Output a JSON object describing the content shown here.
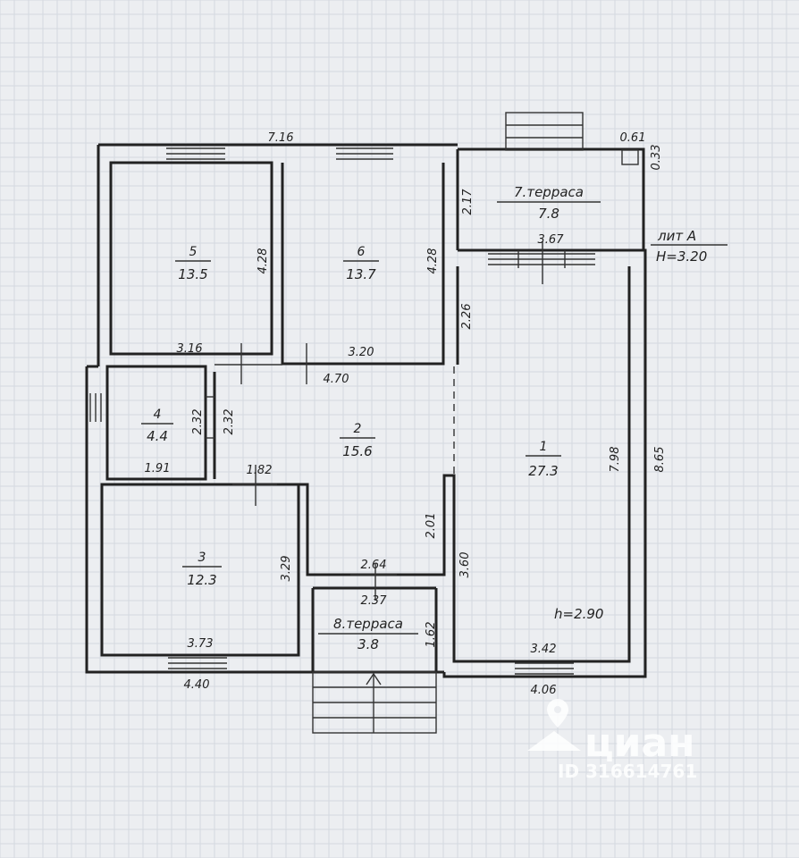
{
  "rooms": [
    {
      "no": "1",
      "area": "27.3"
    },
    {
      "no": "2",
      "area": "15.6"
    },
    {
      "no": "3",
      "area": "12.3"
    },
    {
      "no": "4",
      "area": "4.4"
    },
    {
      "no": "5",
      "area": "13.5"
    },
    {
      "no": "6",
      "area": "13.7"
    }
  ],
  "terraces": [
    {
      "label": "7.терраса",
      "area": "7.8"
    },
    {
      "label": "8.терраса",
      "area": "3.8"
    }
  ],
  "lit": {
    "name": "лит А",
    "height": "H=3.20"
  },
  "ceiling_height": "h=2.90",
  "dims": {
    "top_total": "7.16",
    "terrace_w": "0.61",
    "terrace_corner": "0.33",
    "terrace_h": "2.17",
    "door_r1": "3.67",
    "r5_h": "4.28",
    "r6_h": "4.28",
    "r5_w": "3.16",
    "r6_w": "3.20",
    "corridor": "4.70",
    "r1_upper": "2.26",
    "r4_h1": "2.32",
    "r4_h2": "2.32",
    "r4_w": "1.91",
    "door_r3": "1.82",
    "r1_h": "7.98",
    "right_total": "8.65",
    "r2_h": "2.01",
    "r1_lower": "3.60",
    "r3_h": "3.29",
    "r2_bottom": "2.64",
    "t8_w": "2.37",
    "t8_h": "1.62",
    "r3_w": "3.73",
    "left_total": "4.40",
    "r1_w": "3.42",
    "right_bottom": "4.06"
  },
  "watermark": {
    "brand": "циан",
    "id": "ID 316614761"
  }
}
